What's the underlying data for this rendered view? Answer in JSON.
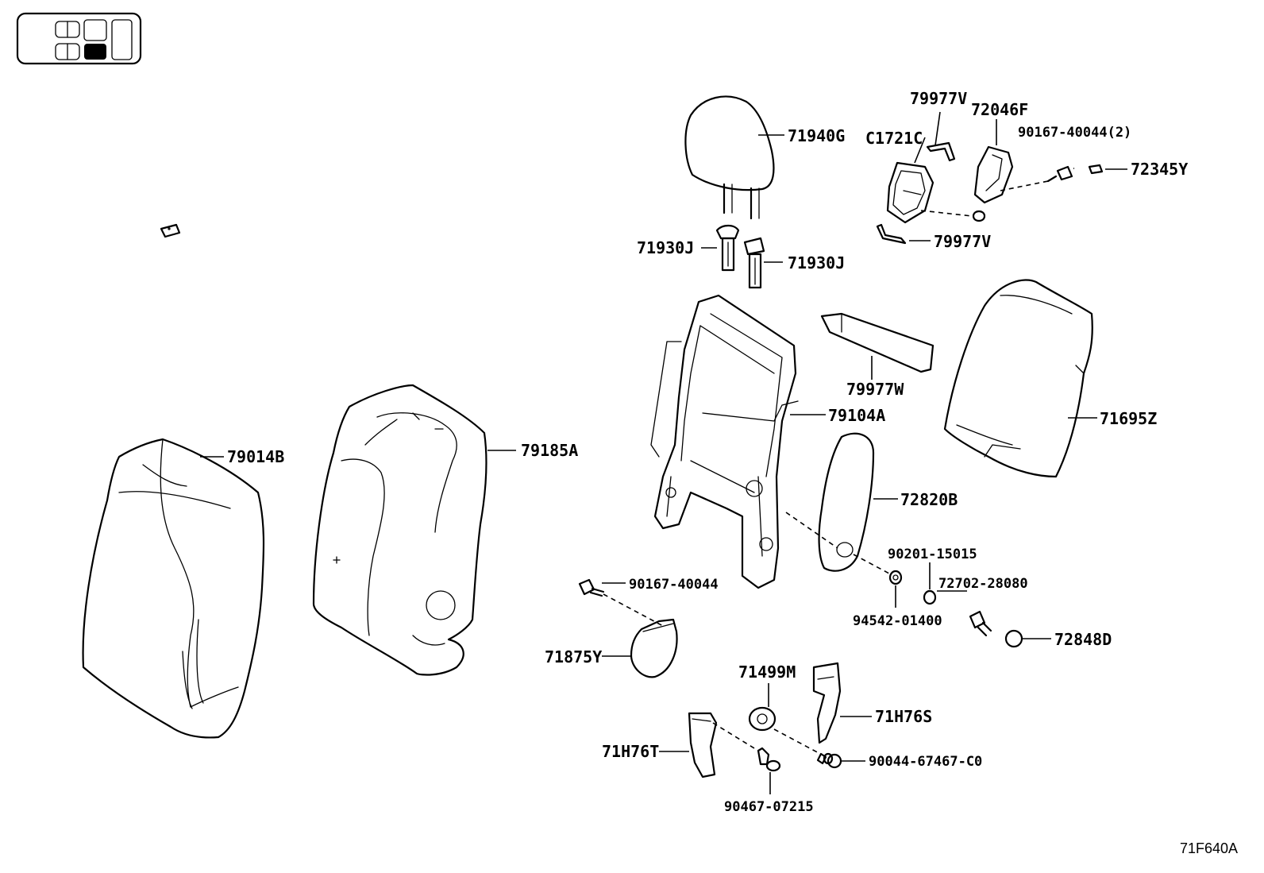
{
  "diagram": {
    "reference_code": "71F640A",
    "locator_icon": "seat-position-locator-icon",
    "parts": {
      "p79014B": "79014B",
      "p79185A": "79185A",
      "p71940G": "71940G",
      "p71930J_left": "71930J",
      "p71930J_right": "71930J",
      "p79977V_top": "79977V",
      "p79977V_bottom": "79977V",
      "pC1721C": "C1721C",
      "p72046F": "72046F",
      "p90167_40044_2": "90167-40044(2)",
      "p72345Y": "72345Y",
      "p79977W": "79977W",
      "p79104A": "79104A",
      "p71695Z": "71695Z",
      "p72820B": "72820B",
      "p90201_15015": "90201-15015",
      "p72702_28080": "72702-28080",
      "p94542_01400": "94542-01400",
      "p72848D": "72848D",
      "p90167_40044": "90167-40044",
      "p71875Y": "71875Y",
      "p71499M": "71499M",
      "p71H76S": "71H76S",
      "p71H76T": "71H76T",
      "p90044_67467_C0": "90044-67467-C0",
      "p90467_07215": "90467-07215"
    }
  }
}
